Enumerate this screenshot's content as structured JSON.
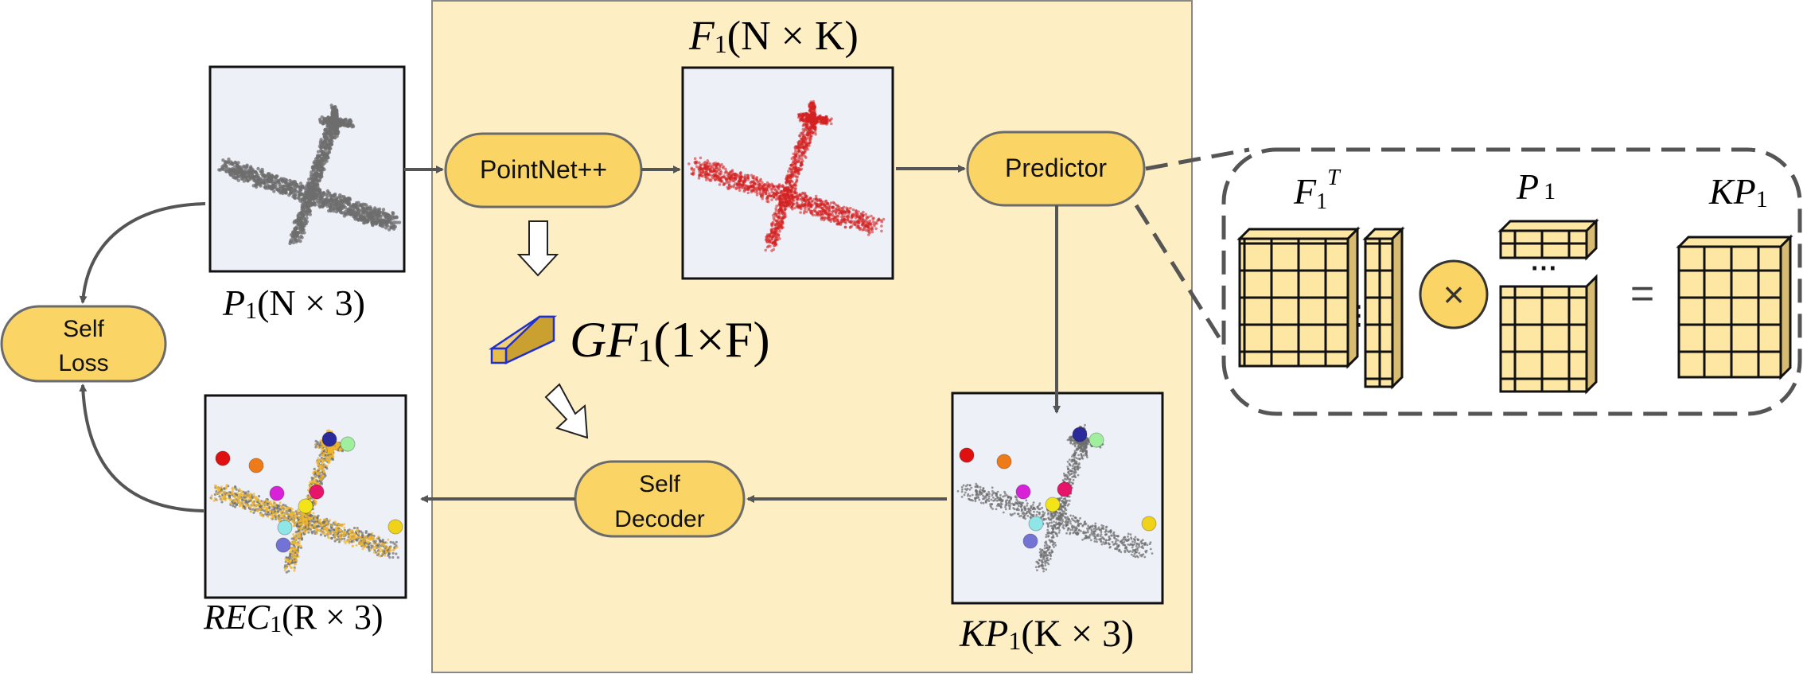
{
  "nodes": {
    "pointnet": "PointNet++",
    "predictor": "Predictor",
    "self_loss_1": "Self",
    "self_loss_2": "Loss",
    "self_decoder_1": "Self",
    "self_decoder_2": "Decoder"
  },
  "labels": {
    "p1": {
      "main": "P",
      "sub": "1",
      "rest": "(N × 3)"
    },
    "f1": {
      "main": "F",
      "sub": "1",
      "rest": "(N × K)"
    },
    "gf1": {
      "main": "GF",
      "sub": "1",
      "rest": "(1×F)"
    },
    "kp1": {
      "main": "KP",
      "sub": "1",
      "rest": "(K × 3)"
    },
    "rec1": {
      "main": "REC",
      "sub": "1",
      "rest": "(R × 3)"
    }
  },
  "equation": {
    "f1t_main": "F",
    "f1t_sub": "1",
    "f1t_sup": "T",
    "p1_main": "P",
    "p1_sub": "1",
    "kp1_main": "KP",
    "kp1_sub": "1",
    "times": "×",
    "equals": "=",
    "dots": "⋯"
  },
  "colors": {
    "panel_bg": "#fdeec4",
    "pill_fill": "#fbd466",
    "pill_stroke": "#6b6b6b",
    "arrow": "#555555",
    "cube_fill": "#fde7a3",
    "red_cloud": "#d42020",
    "gray_cloud": "#6e6e6e",
    "image_bg": "#eef0f8"
  },
  "keypoint_colors": [
    "#e01010",
    "#ee7a18",
    "#d822d8",
    "#e8136a",
    "#f2e418",
    "#2a2a9a",
    "#9fef9f",
    "#8fe6e6",
    "#7373d6",
    "#f0d218"
  ]
}
